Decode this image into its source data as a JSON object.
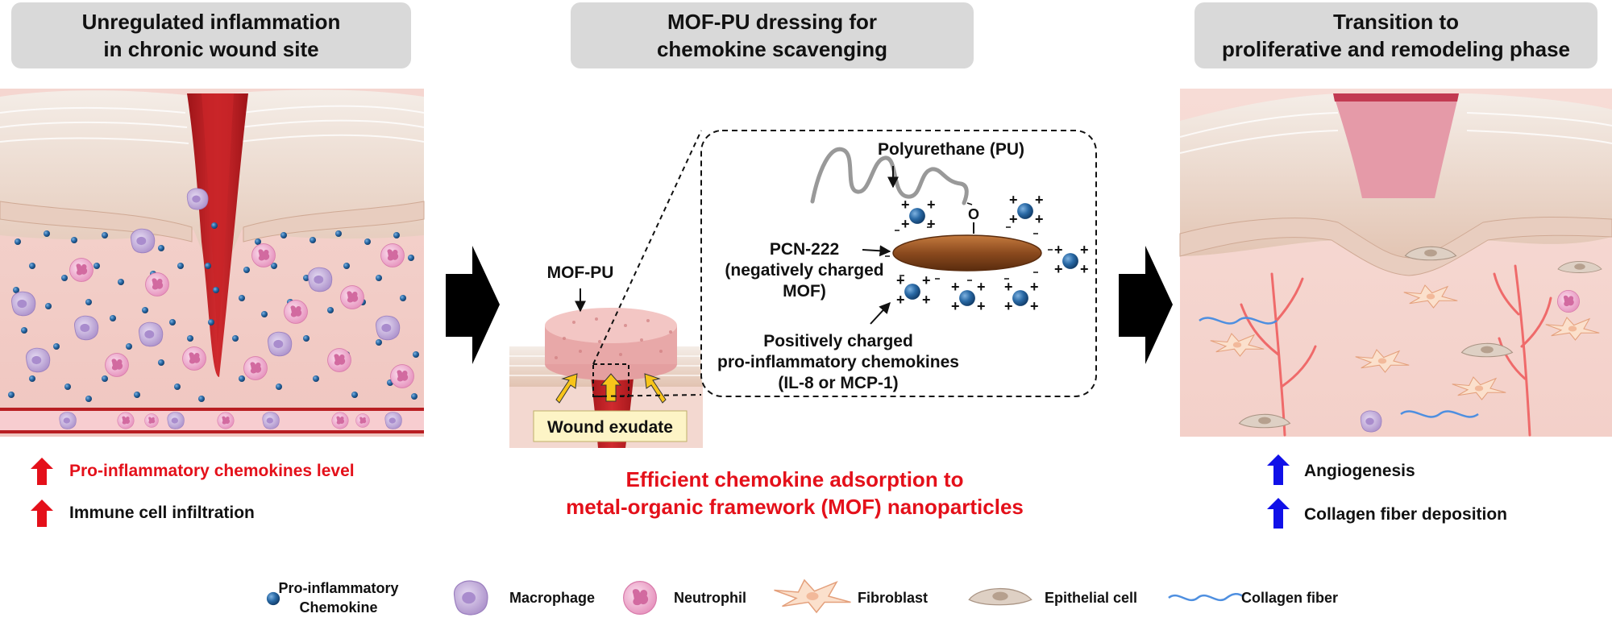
{
  "panels": {
    "left": {
      "title_line1": "Unregulated inflammation",
      "title_line2": "in chronic wound site",
      "effects": [
        {
          "text": "Pro-inflammatory chemokines level",
          "arrow_color": "#e4101a",
          "text_color": "#e4101a"
        },
        {
          "text": "Immune cell infiltration",
          "arrow_color": "#e4101a",
          "text_color": "#111111"
        }
      ]
    },
    "middle": {
      "title_line1": "MOF-PU dressing for",
      "title_line2": "chemokine scavenging",
      "mofpu_label": "MOF-PU",
      "exudate_label": "Wound exudate",
      "pu_label": "Polyurethane (PU)",
      "o_label": "O",
      "pcn_line1": "PCN-222",
      "pcn_line2": "(negatively charged",
      "pcn_line3": "MOF)",
      "chem_line1": "Positively charged",
      "chem_line2": "pro-inflammatory chemokines",
      "chem_line3": "(IL-8 or MCP-1)",
      "summary_line1": "Efficient chemokine adsorption to",
      "summary_line2": "metal-organic framework (MOF) nanoparticles"
    },
    "right": {
      "title_line1": "Transition to",
      "title_line2": "proliferative and remodeling phase",
      "effects": [
        {
          "text": "Angiogenesis",
          "arrow_color": "#1010e8",
          "text_color": "#111111"
        },
        {
          "text": "Collagen fiber deposition",
          "arrow_color": "#1010e8",
          "text_color": "#111111"
        }
      ]
    }
  },
  "legend": {
    "chemokine_line1": "Pro-inflammatory",
    "chemokine_line2": "Chemokine",
    "macrophage": "Macrophage",
    "neutrophil": "Neutrophil",
    "fibroblast": "Fibroblast",
    "epithelial": "Epithelial cell",
    "collagen": "Collagen fiber"
  },
  "colors": {
    "header_bg": "#d9d9d9",
    "accent_red": "#e4101a",
    "accent_blue": "#1010e8",
    "blood": "#b81e22",
    "skin": "#f2d5cf",
    "chemokine": "#1f5f9c",
    "macrophage": "#c9b3e0",
    "neutrophil": "#eeb0cf",
    "mof": "#8b4a1e"
  }
}
